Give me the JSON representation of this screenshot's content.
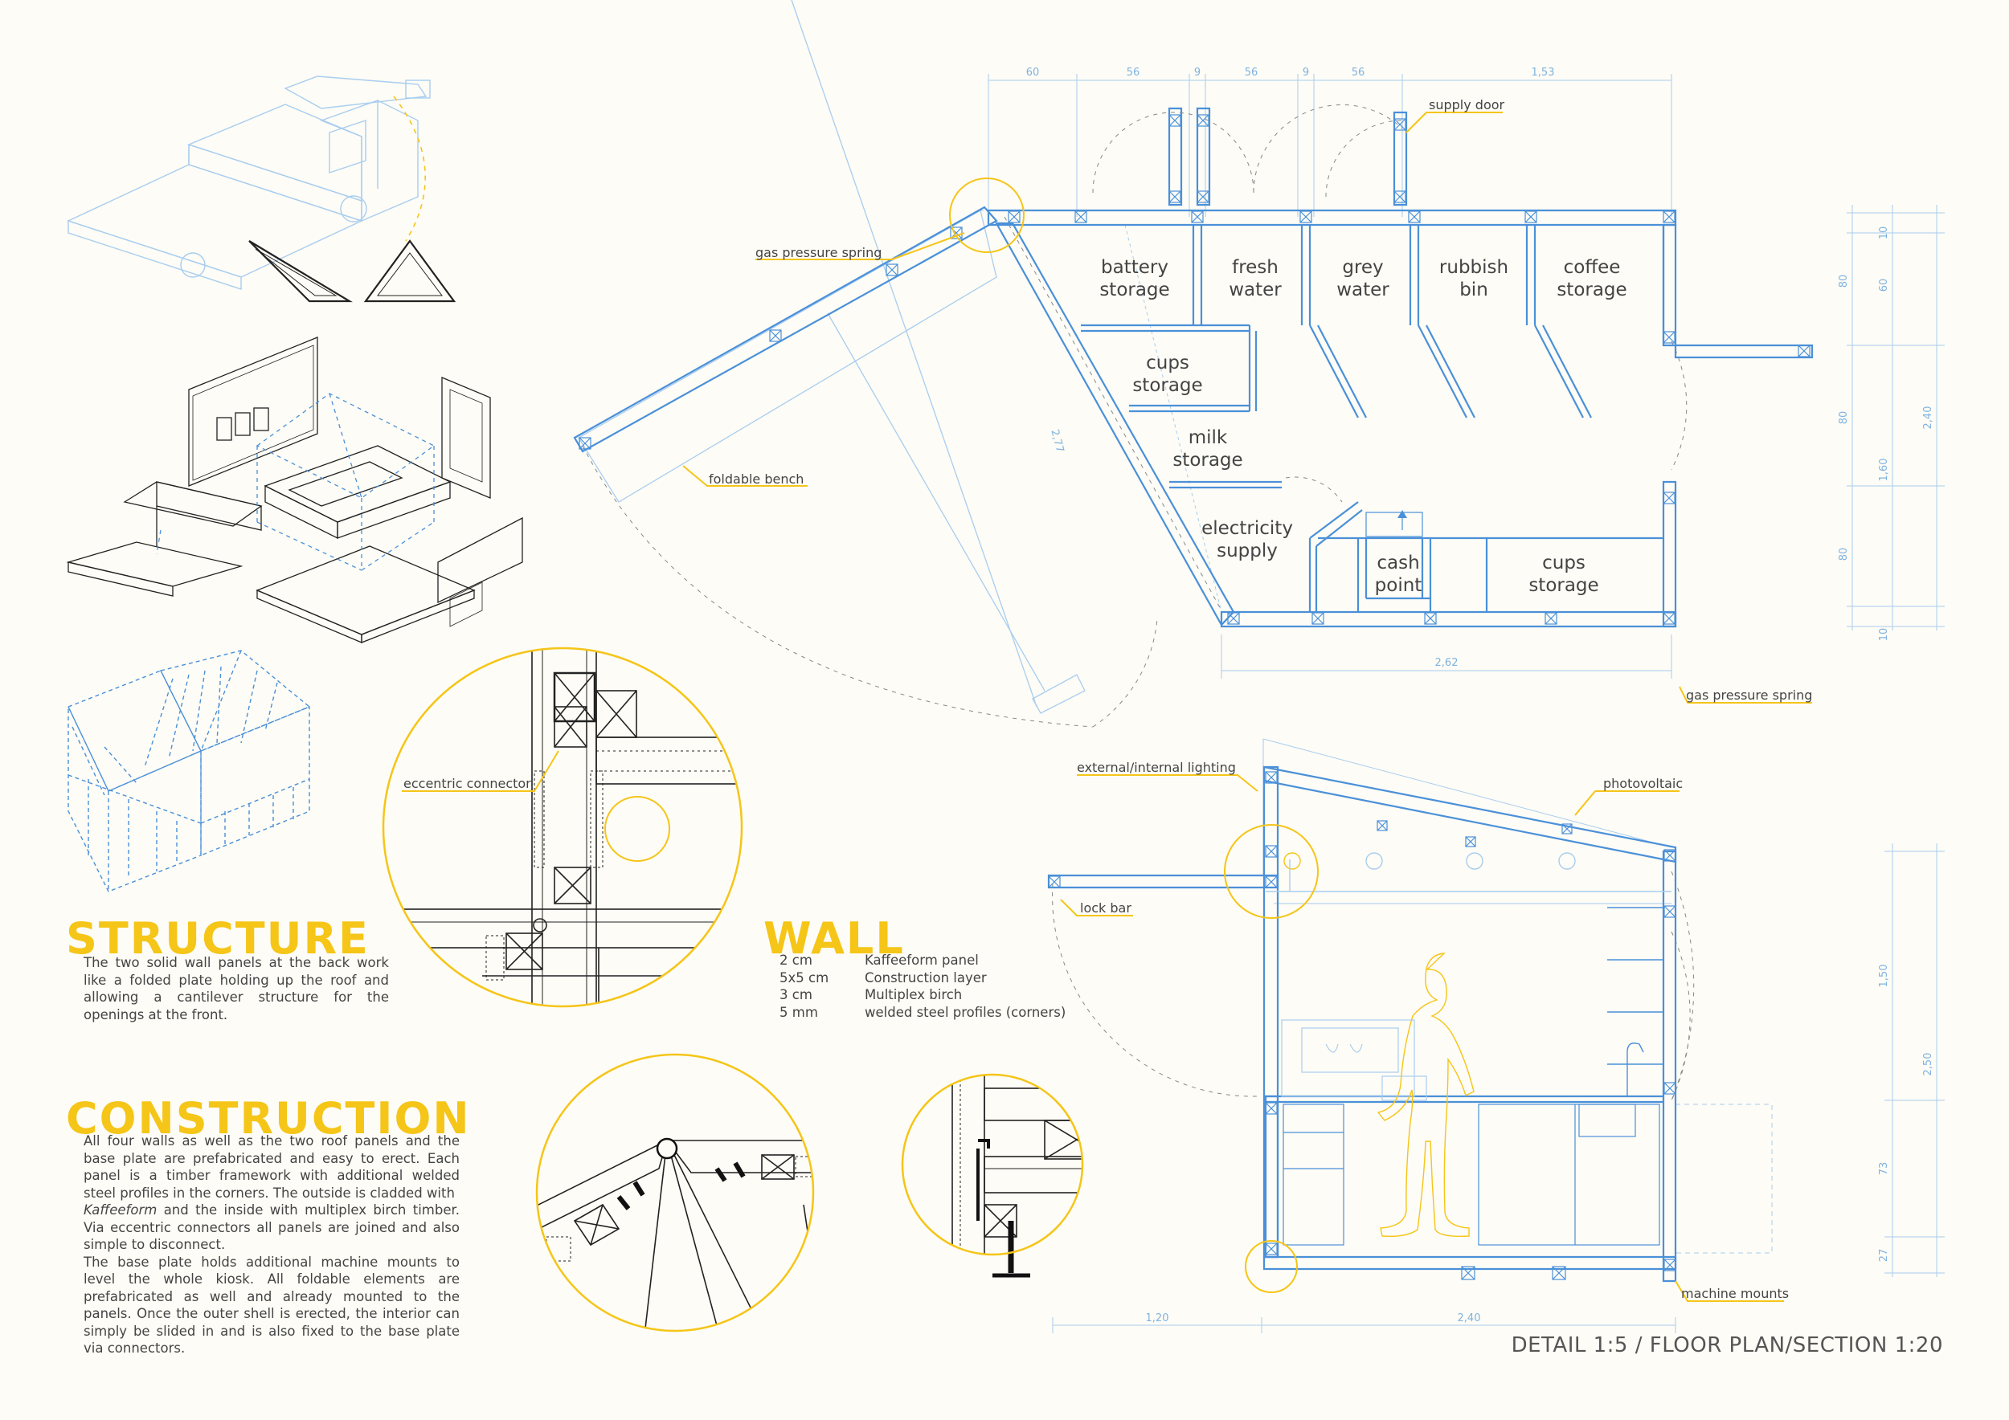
{
  "labels": {
    "gas_pressure_spring_top": "gas pressure spring",
    "supply_door": "supply door",
    "foldable_bench": "foldable bench",
    "gas_pressure_spring_bottom": "gas pressure spring",
    "external_internal_lighting": "external/internal lighting",
    "photovoltaic": "photovoltaic",
    "lock_bar": "lock bar",
    "machine_mounts": "machine mounts",
    "eccentric_connector": "eccentric connector"
  },
  "rooms": {
    "battery_storage": [
      "battery",
      "storage"
    ],
    "fresh_water": [
      "fresh",
      "water"
    ],
    "grey_water": [
      "grey",
      "water"
    ],
    "rubbish_bin": [
      "rubbish",
      "bin"
    ],
    "coffee_storage": [
      "coffee",
      "storage"
    ],
    "cups_storage_1": [
      "cups",
      "storage"
    ],
    "milk_storage": [
      "milk",
      "storage"
    ],
    "electricity_supply": [
      "electricity",
      "supply"
    ],
    "cash_point": [
      "cash",
      "point"
    ],
    "cups_storage_2": [
      "cups",
      "storage"
    ]
  },
  "dims": {
    "top": [
      "60",
      "56",
      "9",
      "56",
      "9",
      "56",
      "1,53"
    ],
    "plan_right_a": [
      "10",
      "80",
      "80",
      "80",
      "10"
    ],
    "plan_right_b": [
      "60",
      "1,60",
      "2,40"
    ],
    "plan_bottom": "2,62",
    "diag": "2,77",
    "section_right_a": [
      "1,50",
      "73",
      "27"
    ],
    "section_right_b": "2,50",
    "section_bottom": [
      "1,20",
      "2,40"
    ]
  },
  "structure": {
    "heading": "STRUCTURE",
    "text": "The two solid wall panels at the back work like a folded plate holding up the roof and allowing a cantilever structure for the openings at the front."
  },
  "wall": {
    "heading": "WALL",
    "rows": [
      {
        "size": "2 cm",
        "material": "Kaffeeform panel"
      },
      {
        "size": "5x5 cm",
        "material": "Construction layer"
      },
      {
        "size": "3 cm",
        "material": "Multiplex birch"
      },
      {
        "size": "5 mm",
        "material": "welded steel profiles (corners)"
      }
    ]
  },
  "construction": {
    "heading": "CONSTRUCTION",
    "text1": "All four walls as well as the two roof panels and the base plate are prefabricated and easy to erect. Each panel is a timber framework with additional welded steel profiles in the corners. The outside is cladded with",
    "em": "Kaffeeform",
    "text2": " and the inside with multiplex birch timber. Via eccentric connectors all panels are joined and also simple to disconnect.",
    "text3": "The base plate holds additional machine mounts to level the whole kiosk. All foldable elements are prefabricated as well and already mounted to the panels. Once the outer shell is erected, the interior can simply be slided in and is also fixed to the base plate via connectors."
  },
  "footer": "DETAIL 1:5 / FLOOR PLAN/SECTION 1:20",
  "colors": {
    "yellow": "#f5c518",
    "blue": "#4a90d9",
    "light_blue": "#a9cdef",
    "background": "#fdfcf6"
  }
}
